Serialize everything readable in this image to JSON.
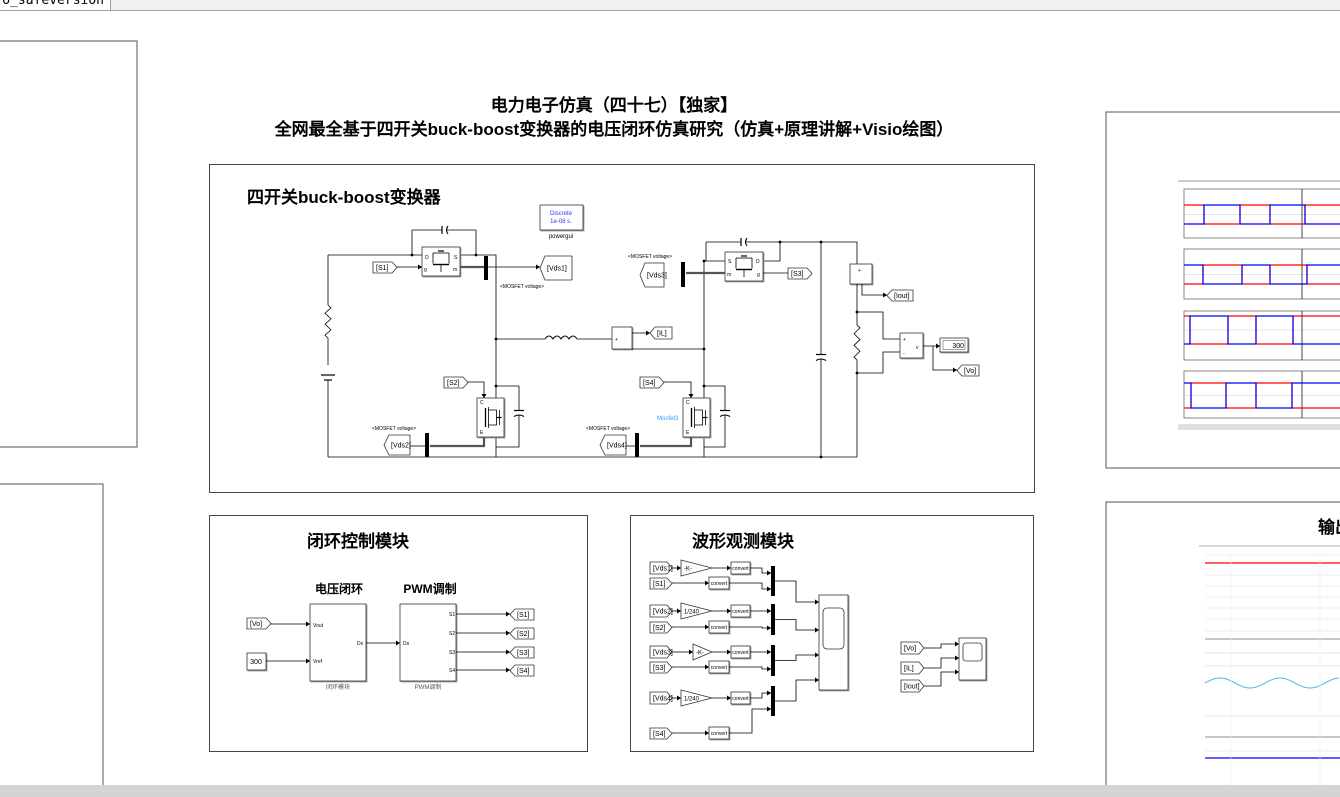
{
  "window": {
    "tab_title": "o_safeversion"
  },
  "header": {
    "title_line1": "电力电子仿真（四十七）【独家】",
    "title_line2": "全网最全基于四开关buck-boost变换器的电压闭环仿真研究（仿真+原理讲解+Visio绘图）"
  },
  "circuit": {
    "title": "四开关buck-boost变换器",
    "powergui": {
      "line1": "Discrete",
      "line2": "1e-08 s.",
      "label": "powergui"
    },
    "tags": {
      "s1": "[S1]",
      "s2": "[S2]",
      "s3": "[S3]",
      "s4": "[S4]",
      "vds1": "[Vds1]",
      "vds2": "[Vds2]",
      "vds3": "[Vds3]",
      "vds4": "[Vds4]",
      "il": "[IL]",
      "iout": "[Iout]",
      "vo": "[Vo]"
    },
    "bus_label": "<MOSFET voltage>",
    "mosfet3_label": "Mosfet3",
    "display_value": "300",
    "vm_port": "v",
    "pins": {
      "d": "D",
      "s": "S",
      "g": "g",
      "m": "m",
      "c": "C",
      "e": "E",
      "plus": "+",
      "minus": "-"
    }
  },
  "control": {
    "title": "闭环控制模块",
    "voltage_loop_heading": "电压闭环",
    "pwm_heading": "PWM调制",
    "vo_tag": "[Vo]",
    "ref_value": "300",
    "loop_block": {
      "in1": "Vout",
      "in2": "Vref",
      "out": "Ds",
      "label": "闭环模块"
    },
    "pwm_block": {
      "in": "Ds",
      "out1": "S1",
      "out2": "S2",
      "out3": "S3",
      "out4": "S4",
      "label": "PWM调制"
    },
    "outputs": [
      "[S1]",
      "[S2]",
      "[S3]",
      "[S4]"
    ]
  },
  "waveform": {
    "title": "波形观测模块",
    "rows": [
      {
        "vds": "[Vds1]",
        "gain": "-K-",
        "s": "[S1]"
      },
      {
        "vds": "[Vds2]",
        "gain": "1/240",
        "s": "[S2]"
      },
      {
        "vds": "[Vds3]",
        "gain": "-K-",
        "s": "[S3]"
      },
      {
        "vds": "[Vds4]",
        "gain": "1/240",
        "s": "[S4]"
      }
    ],
    "convert_label": "convert",
    "scope2_inputs": [
      "[Vo]",
      "[IL]",
      "[Iout]"
    ]
  },
  "right_panel_bottom": {
    "title": "输出"
  },
  "colors": {
    "series_red": "#ff0000",
    "series_blue": "#0000ff",
    "current_cyan": "#4db8e8",
    "powergui_text": "#3333ff",
    "mosfet_label": "#2e9bff"
  }
}
